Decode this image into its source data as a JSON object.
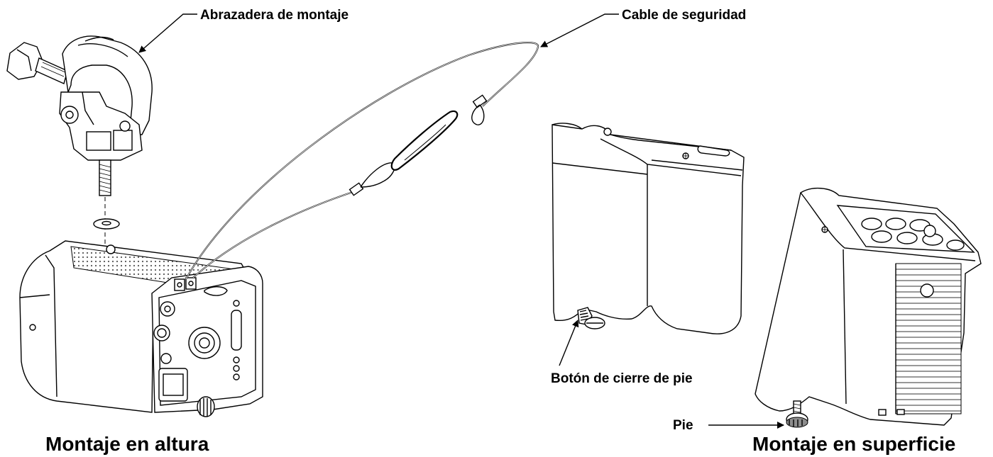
{
  "labels": {
    "clamp": "Abrazadera de montaje",
    "safety_cable": "Cable de seguridad",
    "foot_lock_button": "Botón de cierre de pie",
    "foot": "Pie"
  },
  "captions": {
    "overhead": "Montaje en altura",
    "surface": "Montaje en superficie"
  }
}
